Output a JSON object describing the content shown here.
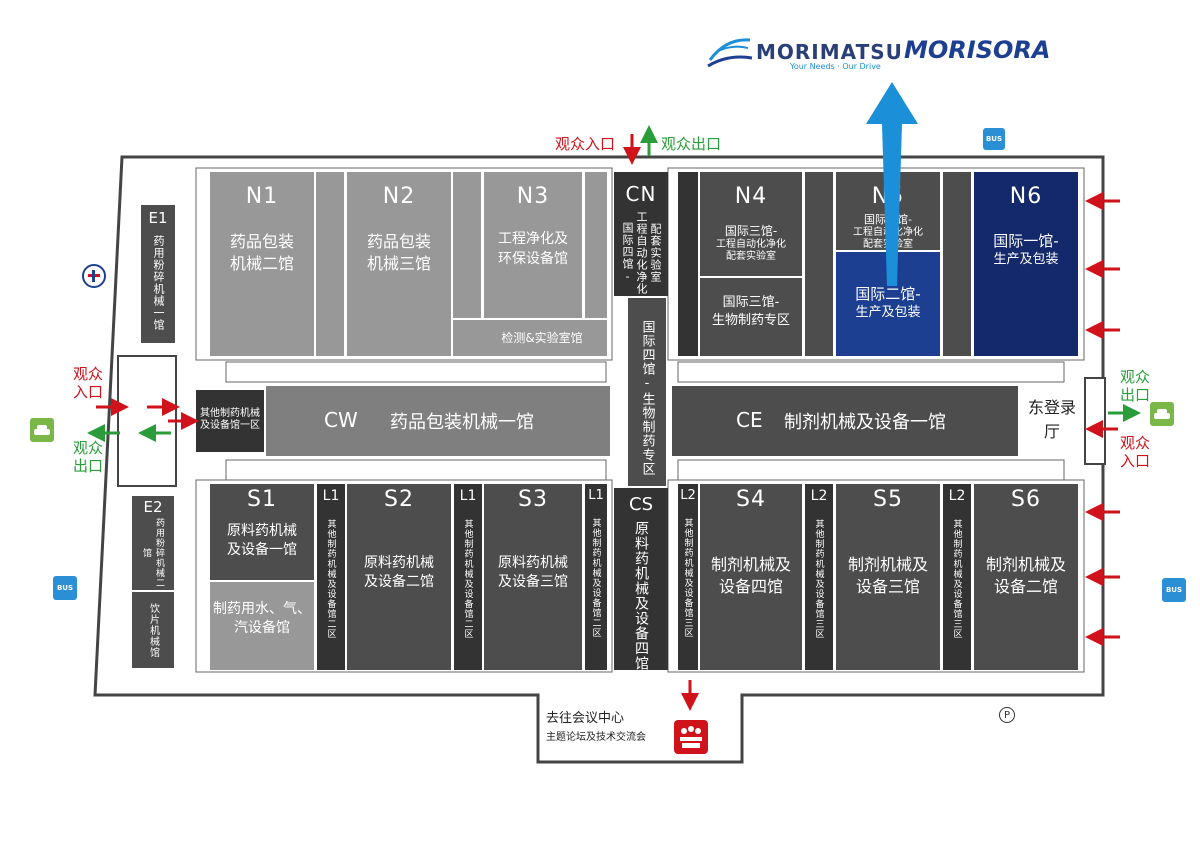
{
  "brand": {
    "morimatsu": "MORIMATSU",
    "morimatsu_tagline": "Your Needs · Our Drive",
    "morisora": "MORISORA"
  },
  "halls": {
    "N1": {
      "code": "N1",
      "name1": "药品包装",
      "name2": "机械二馆"
    },
    "N2": {
      "code": "N2",
      "name1": "药品包装",
      "name2": "机械三馆"
    },
    "N3": {
      "code": "N3",
      "name1": "工程净化及",
      "name2": "环保设备馆",
      "sub": "检测&实验室馆"
    },
    "CN": {
      "code": "CN",
      "a": "国际四馆-",
      "b": "配套实验室",
      "c": "工程自动化净化"
    },
    "N4": {
      "code": "N4",
      "top1": "国际三馆-",
      "top2": "工程自动化净化",
      "top3": "配套实验室",
      "bot1": "国际三馆-",
      "bot2": "生物制药专区"
    },
    "N5": {
      "code": "N5",
      "top1": "国际二馆-",
      "top2": "工程自动化净化",
      "top3": "配套实验室",
      "bot1": "国际二馆-",
      "bot2": "生产及包装"
    },
    "N6": {
      "code": "N6",
      "name1": "国际一馆-",
      "name2": "生产及包装"
    },
    "E1": {
      "code": "E1",
      "name": "药用粉碎机械一馆"
    },
    "E2": {
      "code": "E2",
      "name": "药用粉碎机械二馆",
      "sub": "饮片机械馆"
    },
    "CW": {
      "code": "CW",
      "name": "药品包装机械一馆",
      "side1": "其他制药机械",
      "side2": "及设备馆一区"
    },
    "C": {
      "name": "国际四馆-生物制药专区"
    },
    "CE": {
      "code": "CE",
      "name": "制剂机械及设备一馆",
      "reg": "东登录厅"
    },
    "S1": {
      "code": "S1",
      "top1": "原料药机械",
      "top2": "及设备一馆",
      "bot1": "制药用水、气、",
      "bot2": "汽设备馆"
    },
    "S2": {
      "code": "S2",
      "name1": "原料药机械",
      "name2": "及设备二馆"
    },
    "S3": {
      "code": "S3",
      "name1": "原料药机械",
      "name2": "及设备三馆"
    },
    "CS": {
      "code": "CS",
      "name": "原料药机械及设备四馆"
    },
    "S4": {
      "code": "S4",
      "name1": "制剂机械及",
      "name2": "设备四馆"
    },
    "S5": {
      "code": "S5",
      "name1": "制剂机械及",
      "name2": "设备三馆"
    },
    "S6": {
      "code": "S6",
      "name1": "制剂机械及",
      "name2": "设备二馆"
    },
    "L1": {
      "code": "L1",
      "name": "其他制药机械及设备馆二区"
    },
    "L2": {
      "code": "L2",
      "name": "其他制药机械及设备馆三区"
    }
  },
  "labels": {
    "entry_top": "观众入口",
    "exit_top": "观众出口",
    "entry_left": "观众入口",
    "exit_left": "观众出口",
    "entry_right": "观众入口",
    "exit_right": "观众出口",
    "meeting1": "去往会议中心",
    "meeting2": "主题论坛及技术交流会",
    "parking": "P",
    "bus": "BUS"
  },
  "colors": {
    "entry": "#d0121b",
    "exit": "#2a9d3a",
    "highlight": "#1d3f92",
    "pointer": "#1b8fd8"
  }
}
